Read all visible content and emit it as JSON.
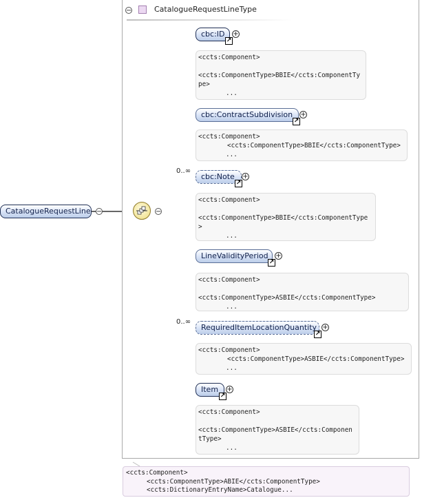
{
  "root_element": {
    "label": "CatalogueRequestLine"
  },
  "complex_type": {
    "title": "CatalogueRequestLineType"
  },
  "children": [
    {
      "label": "cbc:ID",
      "multiplicity": "",
      "annotation": [
        "<ccts:Component>",
        "",
        "<ccts:ComponentType>BBIE</ccts:ComponentTy",
        "pe>",
        "..."
      ]
    },
    {
      "label": "cbc:ContractSubdivision",
      "multiplicity": "",
      "annotation": [
        "<ccts:Component>",
        "<ccts:ComponentType>BBIE</ccts:ComponentType>",
        "..."
      ]
    },
    {
      "label": "cbc:Note",
      "multiplicity": "0..∞",
      "annotation": [
        "<ccts:Component>",
        "",
        "<ccts:ComponentType>BBIE</ccts:ComponentType",
        ">",
        "..."
      ]
    },
    {
      "label": "LineValidityPeriod",
      "multiplicity": "",
      "annotation": [
        "<ccts:Component>",
        "",
        "<ccts:ComponentType>ASBIE</ccts:ComponentType>",
        "..."
      ]
    },
    {
      "label": "RequiredItemLocationQuantity",
      "multiplicity": "0..∞",
      "annotation": [
        "<ccts:Component>",
        "<ccts:ComponentType>ASBIE</ccts:ComponentType>",
        "..."
      ]
    },
    {
      "label": "Item",
      "multiplicity": "",
      "annotation": [
        "<ccts:Component>",
        "",
        "<ccts:ComponentType>ASBIE</ccts:Componen",
        "tType>",
        "..."
      ]
    }
  ],
  "root_annotation": [
    "<ccts:Component>",
    "<ccts:ComponentType>ABIE</ccts:ComponentType>",
    "<ccts:DictionaryEntryName>Catalogue..."
  ],
  "icons": {
    "collapse": "−",
    "expand": "+",
    "link": "↗"
  }
}
